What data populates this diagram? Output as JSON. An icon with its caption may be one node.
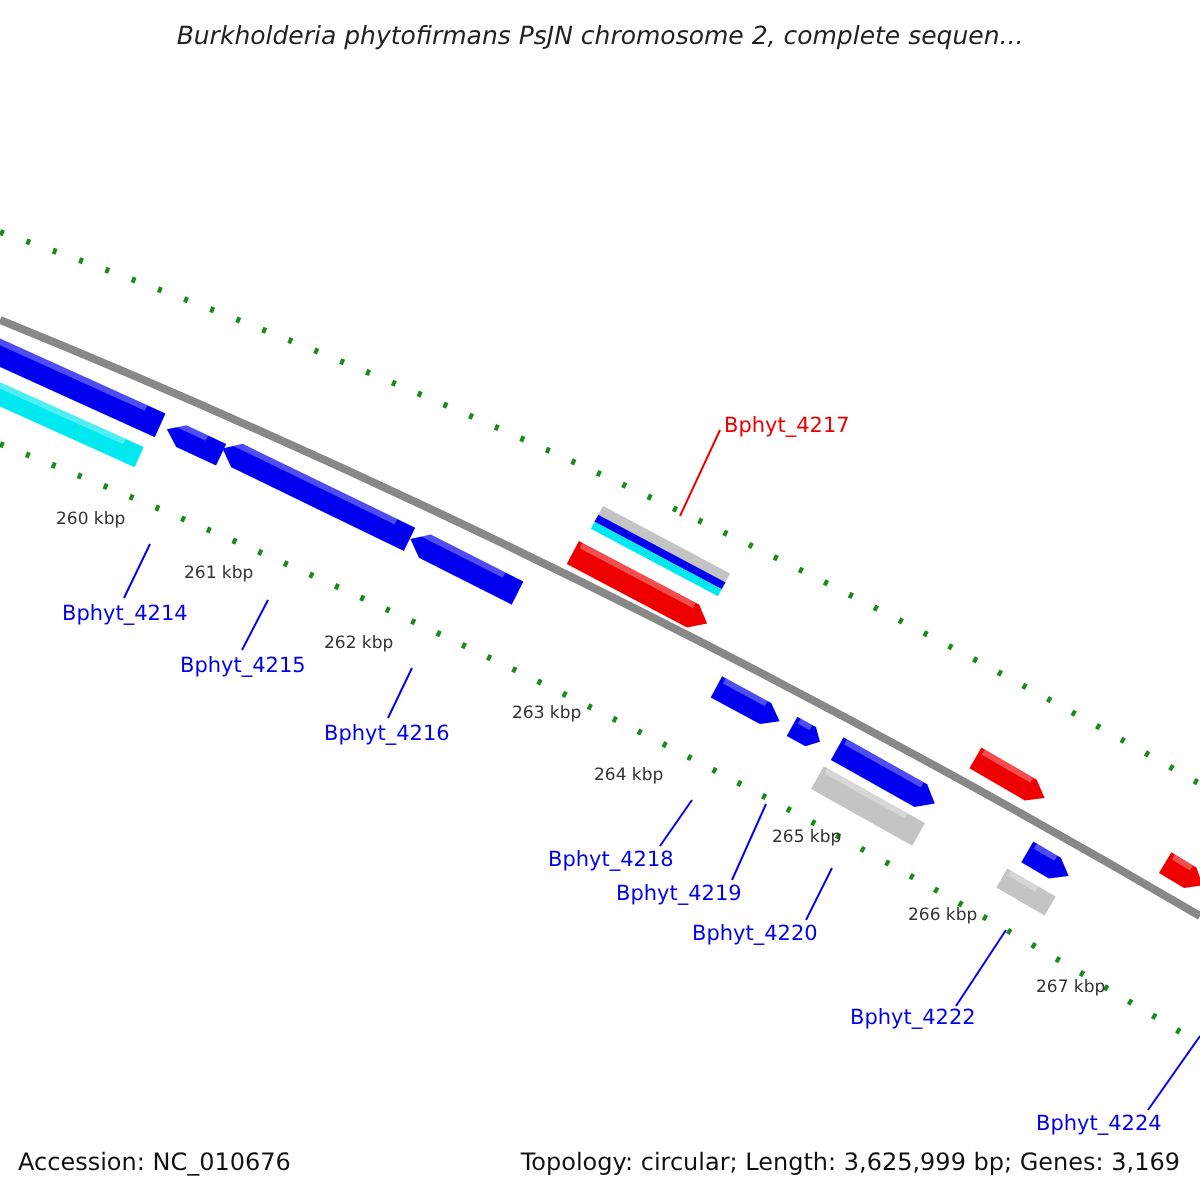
{
  "diagram": {
    "title": "Burkholderia phytofirmans PsJN chromosome 2, complete sequen...",
    "nodes": [
      {
        "text": [
          "Bphyt_4214"
        ]
      },
      {
        "text": [
          "Bphyt_4215"
        ]
      },
      {
        "text": [
          "Bphyt_4216"
        ]
      },
      {
        "text": [
          "Bphyt_4217"
        ]
      },
      {
        "text": [
          "Bphyt_4218"
        ]
      },
      {
        "text": [
          "Bphyt_4219"
        ]
      },
      {
        "text": [
          "Bphyt_4220"
        ]
      },
      {
        "text": [
          "Bphyt_4222"
        ]
      },
      {
        "text": [
          "Bphyt_4224"
        ]
      }
    ],
    "edges": [
      {
        "from": 0,
        "to": null,
        "arrow": "none"
      },
      {
        "from": 1,
        "to": null,
        "arrow": "none"
      },
      {
        "from": 2,
        "to": null,
        "arrow": "none"
      },
      {
        "from": 3,
        "to": null,
        "arrow": "none",
        "color": "#ee0000"
      },
      {
        "from": 4,
        "to": null,
        "arrow": "none"
      },
      {
        "from": 5,
        "to": null,
        "arrow": "none"
      },
      {
        "from": 6,
        "to": null,
        "arrow": "none"
      },
      {
        "from": 7,
        "to": null,
        "arrow": "none"
      },
      {
        "from": 8,
        "to": null,
        "arrow": "none"
      }
    ],
    "labels": [
      "260 kbp",
      "261 kbp",
      "262 kbp",
      "263 kbp",
      "264 kbp",
      "265 kbp",
      "266 kbp",
      "267 kbp",
      "Accession: NC_010676",
      "Topology: circular; Length: 3,625,999 bp; Genes: 3,169"
    ]
  }
}
